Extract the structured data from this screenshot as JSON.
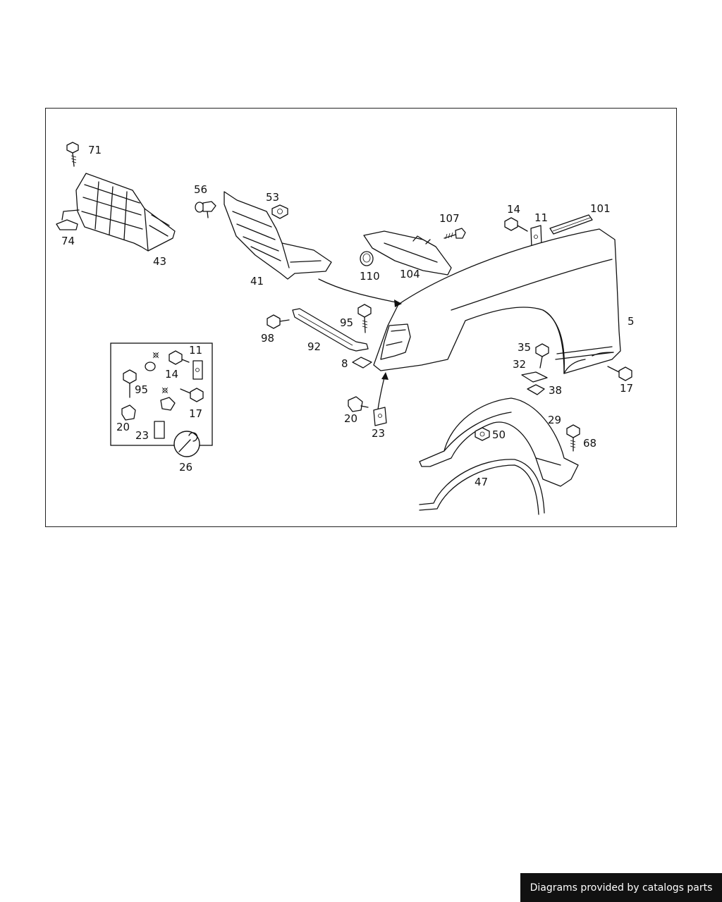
{
  "callouts": {
    "c71": "71",
    "c74": "74",
    "c43": "43",
    "c56": "56",
    "c53": "53",
    "c41": "41",
    "c107": "107",
    "c110": "110",
    "c104": "104",
    "c14": "14",
    "c11": "11",
    "c101": "101",
    "c5": "5",
    "c98": "98",
    "c92": "92",
    "c95": "95",
    "c8": "8",
    "c20": "20",
    "c23": "23",
    "c35": "35",
    "c32": "32",
    "c38": "38",
    "c17": "17",
    "c29": "29",
    "c50": "50",
    "c68": "68",
    "c47": "47",
    "kit_11": "11",
    "kit_14": "14",
    "kit_95": "95",
    "kit_17": "17",
    "kit_20": "20",
    "kit_23": "23",
    "kit_26": "26"
  },
  "footer": {
    "credit": "Diagrams provided by catalogs parts"
  },
  "colors": {
    "line": "#111111",
    "background": "#ffffff",
    "footer_bg": "#111111",
    "footer_text": "#ffffff"
  }
}
